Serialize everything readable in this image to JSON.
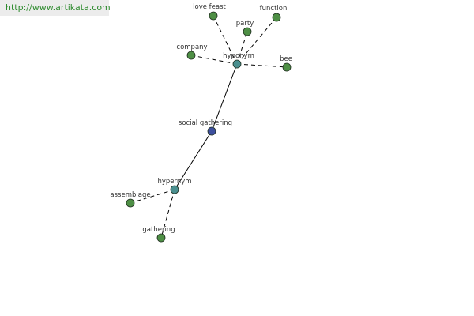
{
  "banner": {
    "text": "http://www.artikata.com"
  },
  "colors": {
    "root": "#3d4f9e",
    "relation": "#4a8f8f",
    "leaf": "#4e8f45",
    "banner_text": "#2e8b2e"
  },
  "graph": {
    "nodes": [
      {
        "id": "social-gathering",
        "label": "social gathering",
        "kind": "root"
      },
      {
        "id": "hyponym",
        "label": "hyponym",
        "kind": "relation"
      },
      {
        "id": "hypernym",
        "label": "hypernym",
        "kind": "relation"
      },
      {
        "id": "love-feast",
        "label": "love feast",
        "kind": "leaf"
      },
      {
        "id": "party",
        "label": "party",
        "kind": "leaf"
      },
      {
        "id": "function",
        "label": "function",
        "kind": "leaf"
      },
      {
        "id": "company",
        "label": "company",
        "kind": "leaf"
      },
      {
        "id": "bee",
        "label": "bee",
        "kind": "leaf"
      },
      {
        "id": "assemblage",
        "label": "assemblage",
        "kind": "leaf"
      },
      {
        "id": "gathering",
        "label": "gathering",
        "kind": "leaf"
      }
    ],
    "edges": [
      {
        "from": "social-gathering",
        "to": "hyponym",
        "style": "solid"
      },
      {
        "from": "social-gathering",
        "to": "hypernym",
        "style": "solid"
      },
      {
        "from": "hyponym",
        "to": "love-feast",
        "style": "dashed"
      },
      {
        "from": "hyponym",
        "to": "party",
        "style": "dashed"
      },
      {
        "from": "hyponym",
        "to": "function",
        "style": "dashed"
      },
      {
        "from": "hyponym",
        "to": "company",
        "style": "dashed"
      },
      {
        "from": "hyponym",
        "to": "bee",
        "style": "dashed"
      },
      {
        "from": "hypernym",
        "to": "assemblage",
        "style": "dashed"
      },
      {
        "from": "hypernym",
        "to": "gathering",
        "style": "dashed"
      }
    ]
  }
}
